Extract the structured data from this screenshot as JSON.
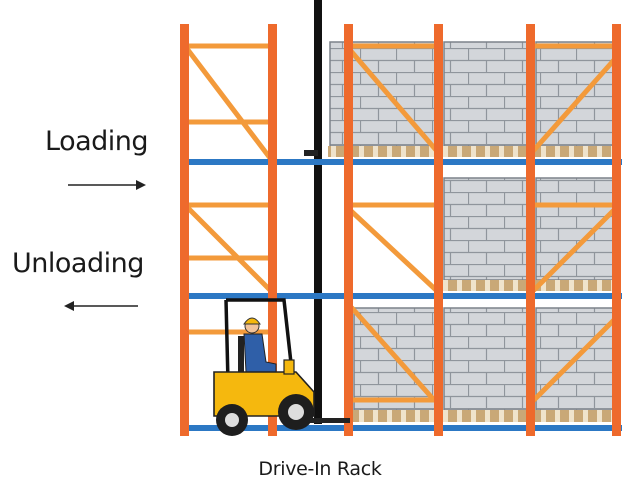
{
  "labels": {
    "loading": "Loading",
    "unloading": "Unloading",
    "caption": "Drive-In Rack"
  },
  "colors": {
    "upright": "#ee6a2c",
    "brace": "#f39a3b",
    "beam": "#2c78c4",
    "box": "#cfd2d6",
    "mortar": "#8f959c",
    "pallet": "#c9a877",
    "forklift": "#f5b80e",
    "mast": "#111111"
  },
  "icons": {
    "arrow_right": "arrow-right-icon",
    "arrow_left": "arrow-left-icon",
    "forklift": "forklift-icon"
  }
}
